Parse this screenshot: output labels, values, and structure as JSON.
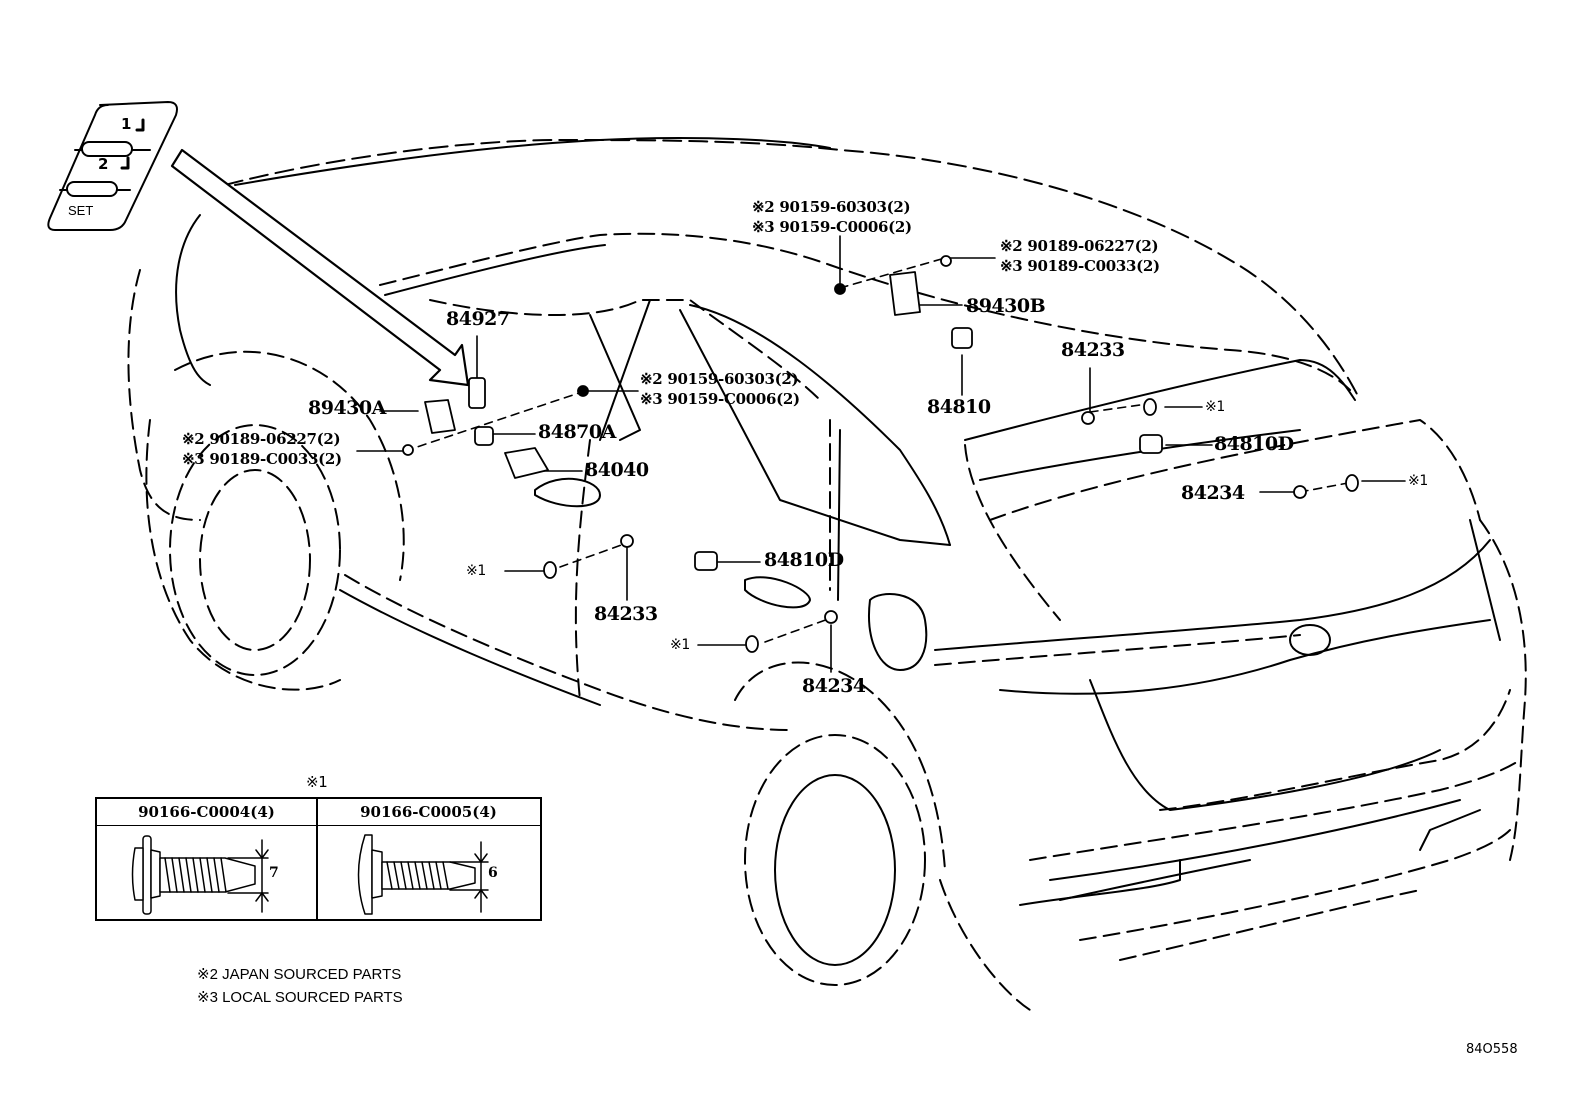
{
  "diagram": {
    "code": "84O558",
    "memory_switch_panel": {
      "buttons": [
        {
          "label": "1"
        },
        {
          "label": "2"
        },
        {
          "label": "SET"
        }
      ]
    },
    "callouts": {
      "c84927": "84927",
      "c89430A": "89430A",
      "c84870A": "84870A",
      "c84040": "84040",
      "c89430B": "89430B",
      "c84810": "84810",
      "c84233_rear": "84233",
      "c84810D_rear": "84810D",
      "c84234_rear": "84234",
      "c84233_door": "84233",
      "c84810D_door": "84810D",
      "c84234_door": "84234",
      "mark1_rear_top": "※1",
      "mark1_rear_bottom": "※1",
      "mark1_door_front": "※1",
      "mark1_door_rear": "※1"
    },
    "screw_sets": {
      "front_upper": {
        "line1": "※2 90159-60303(2)",
        "line2": "※3 90159-C0006(2)"
      },
      "front_lower": {
        "line1": "※2 90189-06227(2)",
        "line2": "※3 90189-C0033(2)"
      },
      "roof_left": {
        "line1": "※2 90159-60303(2)",
        "line2": "※3 90159-C0006(2)"
      },
      "roof_right": {
        "line1": "※2 90189-06227(2)",
        "line2": "※3 90189-C0033(2)"
      }
    },
    "bolt_table": {
      "mark": "※1",
      "columns": [
        {
          "part": "90166-C0004(4)",
          "dimension": "7"
        },
        {
          "part": "90166-C0005(4)",
          "dimension": "6"
        }
      ]
    },
    "legend": [
      "※2 JAPAN SOURCED PARTS",
      "※3 LOCAL SOURCED PARTS"
    ]
  }
}
